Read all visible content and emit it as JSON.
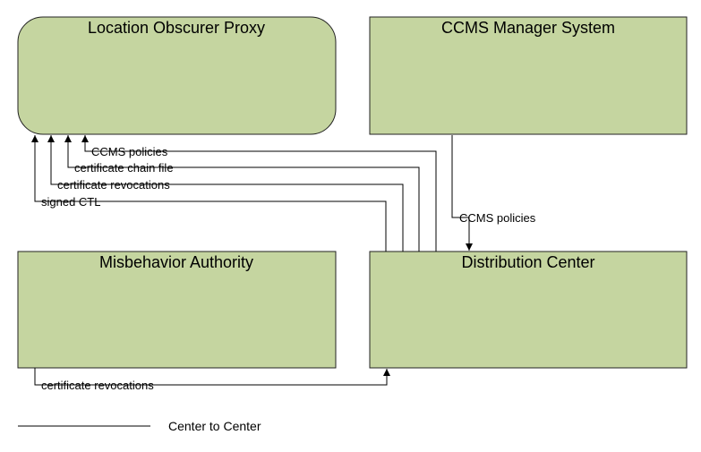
{
  "nodes": {
    "location_obscurer_proxy": "Location Obscurer Proxy",
    "ccms_manager_system": "CCMS Manager System",
    "misbehavior_authority": "Misbehavior Authority",
    "distribution_center": "Distribution Center"
  },
  "flows": {
    "dc_to_lop_ccms_policies": "CCMS policies",
    "dc_to_lop_cert_chain": "certificate chain file",
    "dc_to_lop_cert_revocations": "certificate revocations",
    "dc_to_lop_signed_ctl": "signed CTL",
    "ccms_to_dc_policies": "CCMS policies",
    "ma_to_dc_cert_revocations": "certificate revocations"
  },
  "legend": {
    "center_to_center": "Center to Center"
  },
  "colors": {
    "box_fill": "#c5d5a0",
    "box_stroke": "#222222",
    "line": "#000000"
  }
}
